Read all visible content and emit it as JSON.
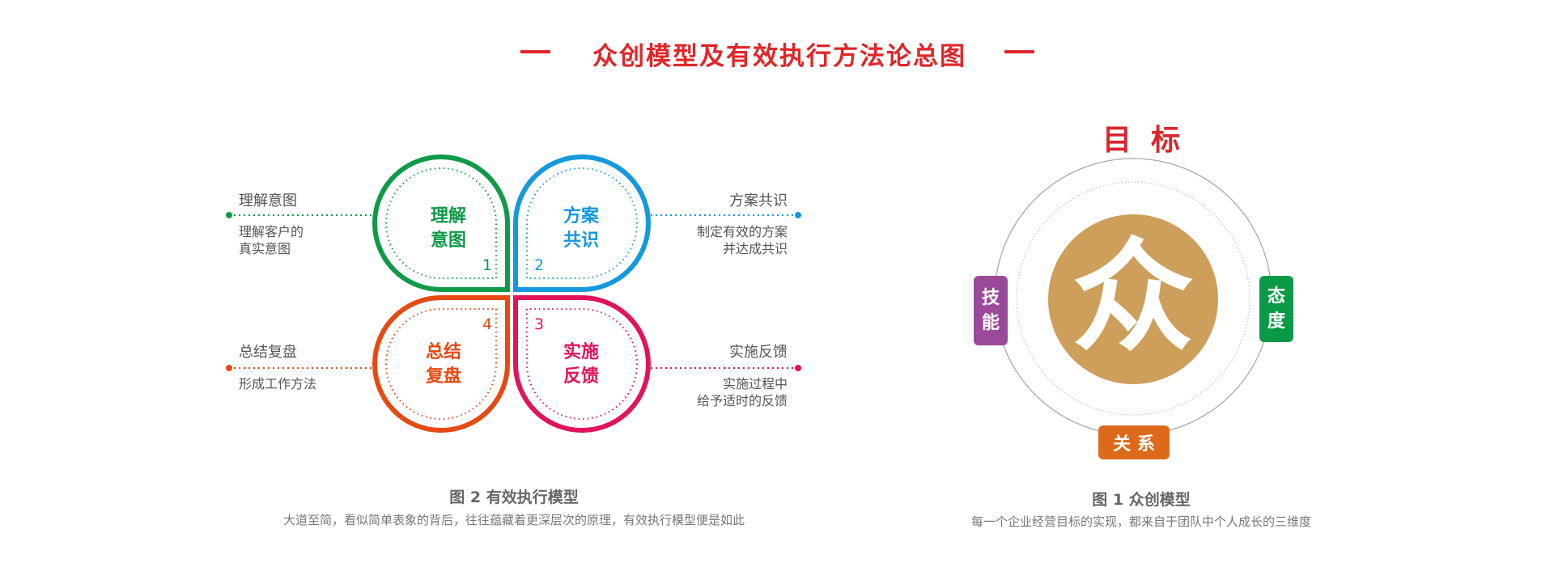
{
  "header": {
    "title": "众创模型及有效执行方法论总图",
    "accent_color": "#e0262a"
  },
  "figure2": {
    "caption_title": "图 2 有效执行模型",
    "caption_desc": "大道至简，看似简单表象的背后，往往蕴藏着更深层次的原理，有效执行模型便是如此",
    "petals": [
      {
        "number": "1",
        "label": "理解\n意图",
        "color": "#0f9a48",
        "side_title": "理解意图",
        "side_desc": "理解客户的\n真实意图"
      },
      {
        "number": "2",
        "label": "方案\n共识",
        "color": "#1399dc",
        "side_title": "方案共识",
        "side_desc": "制定有效的方案\n并达成共识"
      },
      {
        "number": "3",
        "label": "实施\n反馈",
        "color": "#e0145e",
        "side_title": "实施反馈",
        "side_desc": "实施过程中\n给予适时的反馈"
      },
      {
        "number": "4",
        "label": "总结\n复盘",
        "color": "#e54a13",
        "side_title": "总结复盘",
        "side_desc": "形成工作方法"
      }
    ]
  },
  "figure1": {
    "goal_label": "目标",
    "center_char": "众",
    "center_color": "#cd9f5b",
    "badges": {
      "skill": {
        "label": "技\n能",
        "color": "#9b4a9a"
      },
      "attitude": {
        "label": "态\n度",
        "color": "#0a9a47"
      },
      "relation": {
        "label": "关 系",
        "color": "#dd6a1b"
      }
    },
    "caption_title": "图 1 众创模型",
    "caption_desc": "每一个企业经营目标的实现，都来自于团队中个人成长的三维度"
  }
}
